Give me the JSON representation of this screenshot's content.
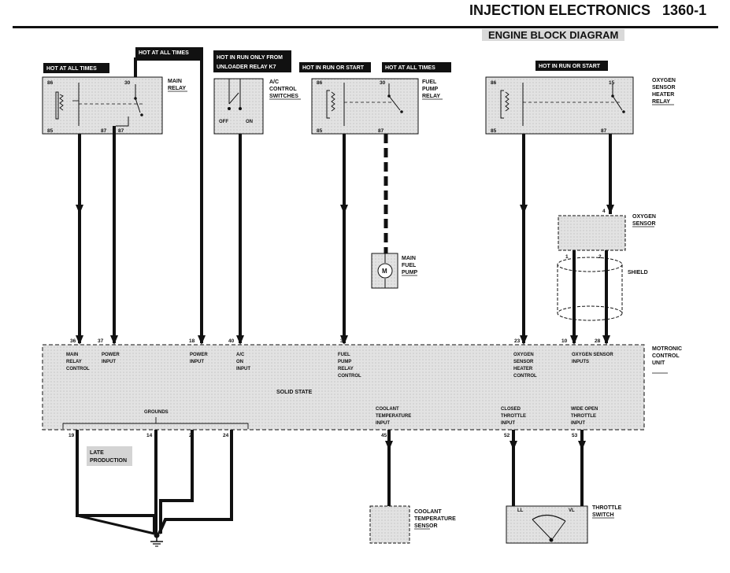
{
  "header": {
    "section": "INJECTION ELECTRONICS",
    "page": "1360-1",
    "subtitle": "ENGINE BLOCK DIAGRAM"
  },
  "tags": {
    "hot_all_1": "HOT AT ALL TIMES",
    "hot_all_2": "HOT AT ALL TIMES",
    "hot_run_line1": "HOT IN RUN ONLY FROM",
    "hot_run_line2": "UNLOADER RELAY K7",
    "hot_run_start_1": "HOT IN RUN OR START",
    "hot_all_3": "HOT AT ALL TIMES",
    "hot_run_start_2": "HOT IN RUN OR START"
  },
  "main_relay": {
    "label_1": "MAIN",
    "label_2": "RELAY",
    "pins": [
      "86",
      "30",
      "85",
      "87",
      "87"
    ]
  },
  "ac_switch": {
    "label_1": "A/C",
    "label_2": "CONTROL",
    "label_3": "SWITCHES",
    "off": "OFF",
    "on": "ON"
  },
  "fuel_relay": {
    "label_1": "FUEL",
    "label_2": "PUMP",
    "label_3": "RELAY",
    "pins": [
      "86",
      "30",
      "85",
      "87"
    ]
  },
  "o2_relay": {
    "label_1": "OXYGEN",
    "label_2": "SENSOR",
    "label_3": "HEATER",
    "label_4": "RELAY",
    "pins": [
      "86",
      "15",
      "85",
      "87"
    ]
  },
  "fuel_pump": {
    "label_1": "MAIN",
    "label_2": "FUEL",
    "label_3": "PUMP",
    "motor_symbol": "M"
  },
  "o2_sensor": {
    "label_1": "OXYGEN",
    "label_2": "SENSOR",
    "pin_top": "4",
    "pin_1": "1",
    "pin_2": "2",
    "shield": "SHIELD"
  },
  "ecu": {
    "label_1": "MOTRONIC",
    "label_2": "CONTROL",
    "label_3": "UNIT",
    "label_4": "",
    "solid_state": "SOLID STATE",
    "grounds": "GROUNDS",
    "top_pins": [
      {
        "num": "36",
        "l1": "MAIN",
        "l2": "RELAY",
        "l3": "CONTROL"
      },
      {
        "num": "37",
        "l1": "POWER",
        "l2": "INPUT"
      },
      {
        "num": "18",
        "l1": "POWER",
        "l2": "INPUT"
      },
      {
        "num": "40",
        "l1": "A/C",
        "l2": "ON",
        "l3": "INPUT"
      },
      {
        "num": "3",
        "l1": "FUEL",
        "l2": "PUMP",
        "l3": "RELAY",
        "l4": "CONTROL"
      },
      {
        "num": "23",
        "l1": "OXYGEN",
        "l2": "SENSOR",
        "l3": "HEATER",
        "l4": "CONTROL"
      },
      {
        "num": "10",
        "l1": "OXYGEN SENSOR",
        "l2": "INPUTS"
      },
      {
        "num": "28"
      }
    ],
    "bottom_pins": [
      {
        "num": "19"
      },
      {
        "num": "14"
      },
      {
        "num": "2"
      },
      {
        "num": "24"
      },
      {
        "num": "45",
        "l1": "COOLANT",
        "l2": "TEMPERATURE",
        "l3": "INPUT"
      },
      {
        "num": "52",
        "l1": "CLOSED",
        "l2": "THROTTLE",
        "l3": "INPUT"
      },
      {
        "num": "53",
        "l1": "WIDE OPEN",
        "l2": "THROTTLE",
        "l3": "INPUT"
      }
    ]
  },
  "ground": {
    "late_1": "LATE",
    "late_2": "PRODUCTION"
  },
  "coolant": {
    "label_1": "COOLANT",
    "label_2": "TEMPERATURE",
    "label_3": "SENSOR"
  },
  "throttle": {
    "label_1": "THROTTLE",
    "label_2": "SWITCH",
    "ll": "LL",
    "vl": "VL"
  }
}
